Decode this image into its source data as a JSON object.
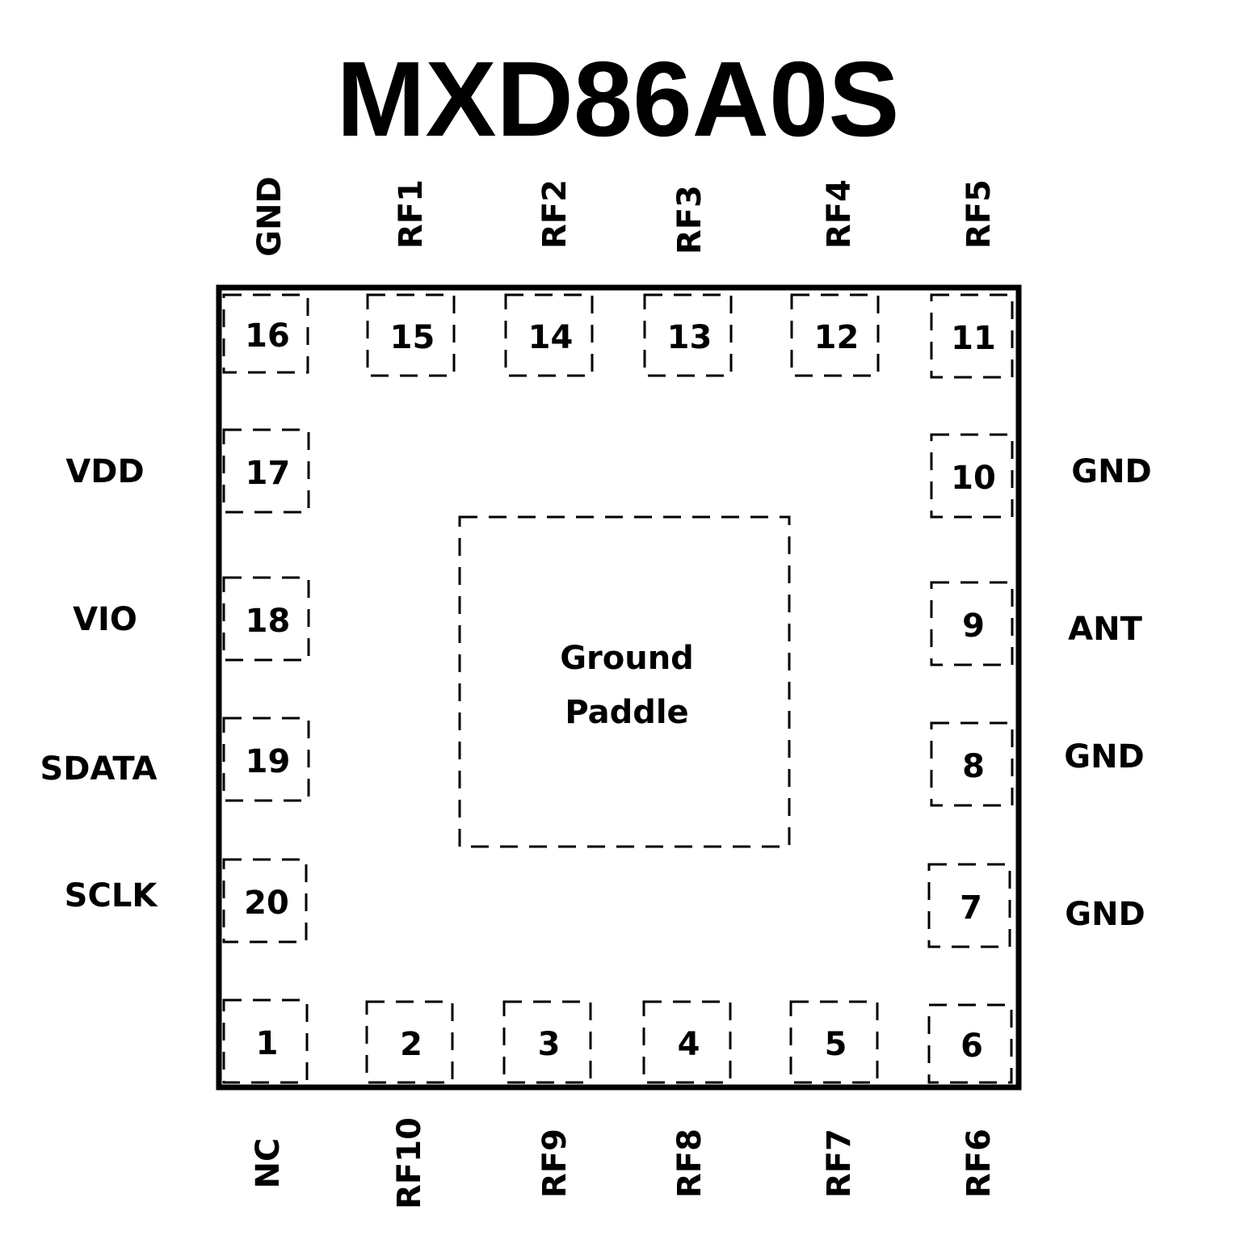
{
  "title": "MXD86A0S",
  "paddle": {
    "line1": "Ground",
    "line2": "Paddle"
  },
  "pins": [
    {
      "num": "1",
      "name": "NC"
    },
    {
      "num": "2",
      "name": "RF10"
    },
    {
      "num": "3",
      "name": "RF9"
    },
    {
      "num": "4",
      "name": "RF8"
    },
    {
      "num": "5",
      "name": "RF7"
    },
    {
      "num": "6",
      "name": "RF6"
    },
    {
      "num": "7",
      "name": "GND"
    },
    {
      "num": "8",
      "name": "GND"
    },
    {
      "num": "9",
      "name": "ANT"
    },
    {
      "num": "10",
      "name": "GND"
    },
    {
      "num": "11",
      "name": "RF5"
    },
    {
      "num": "12",
      "name": "RF4"
    },
    {
      "num": "13",
      "name": "RF3"
    },
    {
      "num": "14",
      "name": "RF2"
    },
    {
      "num": "15",
      "name": "RF1"
    },
    {
      "num": "16",
      "name": "GND"
    },
    {
      "num": "17",
      "name": "VDD"
    },
    {
      "num": "18",
      "name": "VIO"
    },
    {
      "num": "19",
      "name": "SDATA"
    },
    {
      "num": "20",
      "name": "SCLK"
    }
  ]
}
